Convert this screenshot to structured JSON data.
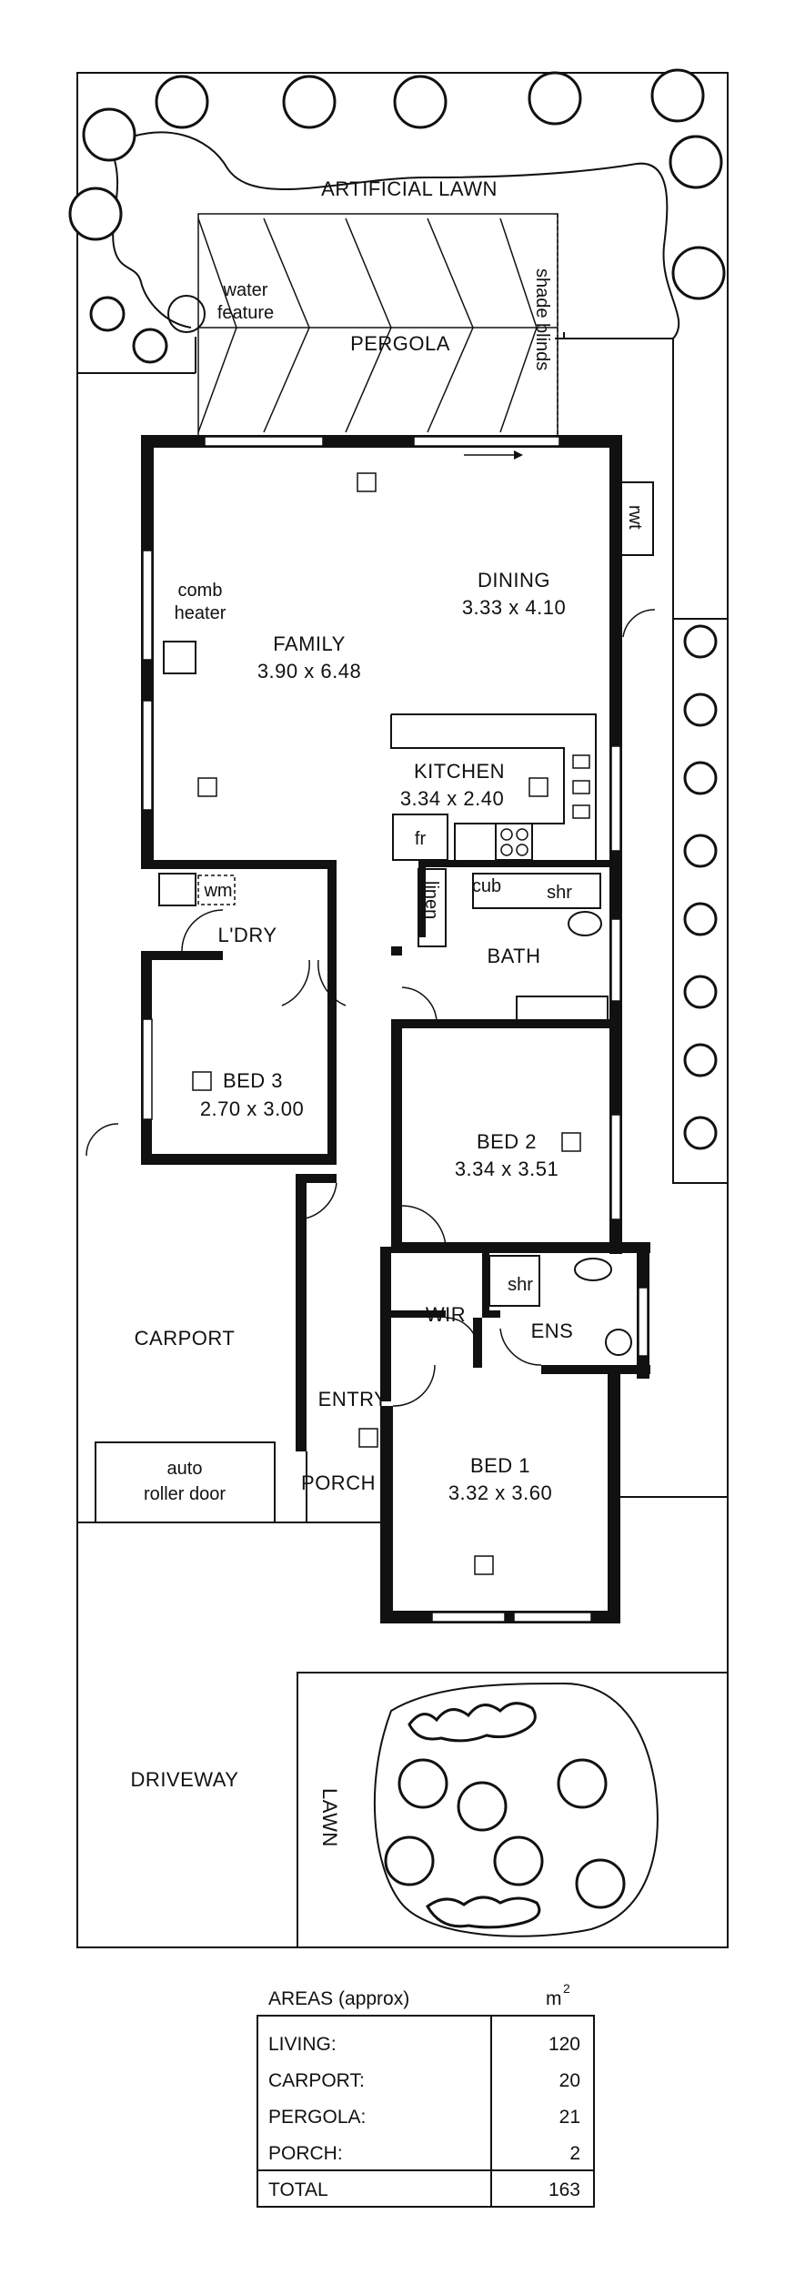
{
  "labels": {
    "artificial_lawn": "ARTIFICIAL LAWN",
    "water_feature_1": "water",
    "water_feature_2": "feature",
    "pergola": "PERGOLA",
    "shade_blinds": "shade blinds",
    "rwt": "rwt",
    "comb_heater_1": "comb",
    "comb_heater_2": "heater",
    "family": "FAMILY",
    "family_size": "3.90 x 6.48",
    "dining": "DINING",
    "dining_size": "3.33 x 4.10",
    "kitchen": "KITCHEN",
    "kitchen_size": "3.34 x 2.40",
    "fr": "fr",
    "wm": "wm",
    "laundry": "L'DRY",
    "cub": "cub",
    "shr_bath": "shr",
    "linen": "linen",
    "bath": "BATH",
    "bed3": "BED 3",
    "bed3_size": "2.70 x 3.00",
    "bed2": "BED 2",
    "bed2_size": "3.34 x 3.51",
    "shr_ens": "shr",
    "wir": "WIR",
    "ens": "ENS",
    "carport": "CARPORT",
    "entry": "ENTRY",
    "auto_1": "auto",
    "auto_2": "roller door",
    "porch": "PORCH",
    "bed1": "BED 1",
    "bed1_size": "3.32 x 3.60",
    "driveway": "DRIVEWAY",
    "lawn": "LAWN"
  },
  "areas": {
    "title": "AREAS (approx)",
    "unit": "m",
    "unit_sup": "2",
    "rows": [
      {
        "label": "LIVING:",
        "value": "120"
      },
      {
        "label": "CARPORT:",
        "value": "20"
      },
      {
        "label": "PERGOLA:",
        "value": "21"
      },
      {
        "label": "PORCH:",
        "value": "2"
      }
    ],
    "total_label": "TOTAL",
    "total_value": "163"
  }
}
